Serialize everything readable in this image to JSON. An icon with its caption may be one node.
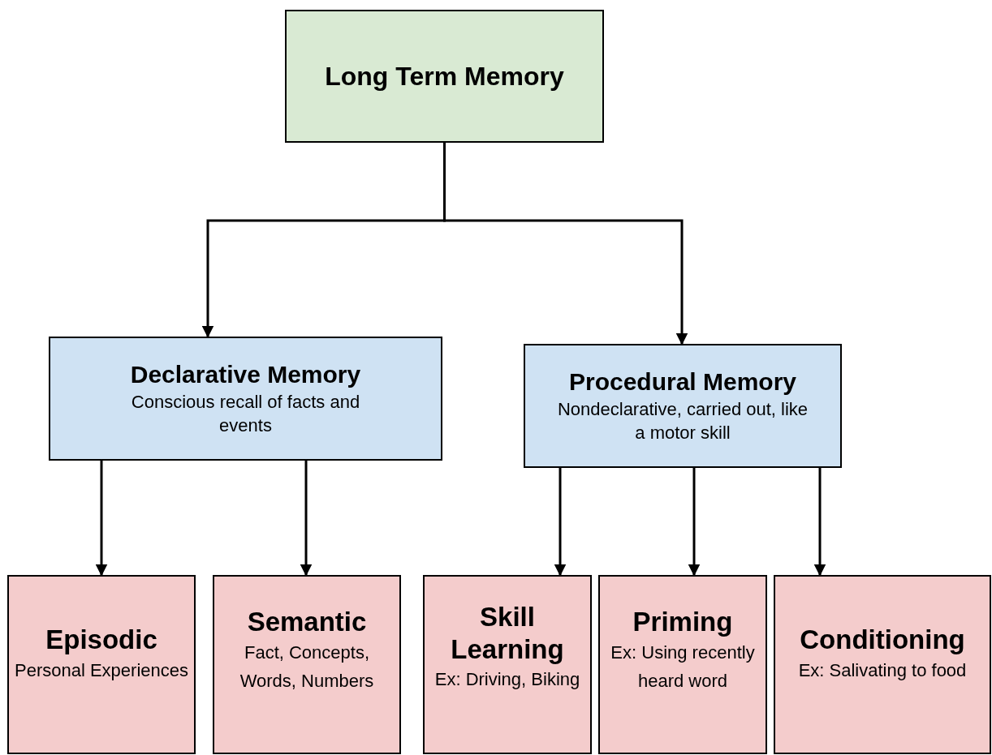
{
  "diagram": {
    "nodes": [
      {
        "text": [
          "Long Term Memory"
        ]
      },
      {
        "text": [
          "Declarative Memory",
          "Conscious recall of facts and events"
        ]
      },
      {
        "text": [
          "Procedural Memory",
          "Nondeclarative, carried out, like a motor skill"
        ]
      },
      {
        "text": [
          "Episodic",
          "Personal Experiences"
        ]
      },
      {
        "text": [
          "Semantic",
          "Fact, Concepts, Words, Numbers"
        ]
      },
      {
        "text": [
          "Skill Learning",
          "Ex: Driving, Biking"
        ]
      },
      {
        "text": [
          "Priming",
          "Ex: Using recently heard word"
        ]
      },
      {
        "text": [
          "Conditioning",
          "Ex: Salivating to food"
        ]
      }
    ],
    "edges": [
      {
        "from": 0,
        "to": 1,
        "arrow": "to"
      },
      {
        "from": 0,
        "to": 2,
        "arrow": "to"
      },
      {
        "from": 1,
        "to": 3,
        "arrow": "to"
      },
      {
        "from": 1,
        "to": 4,
        "arrow": "to"
      },
      {
        "from": 2,
        "to": 5,
        "arrow": "to"
      },
      {
        "from": 2,
        "to": 6,
        "arrow": "to"
      },
      {
        "from": 2,
        "to": 7,
        "arrow": "to"
      }
    ]
  }
}
